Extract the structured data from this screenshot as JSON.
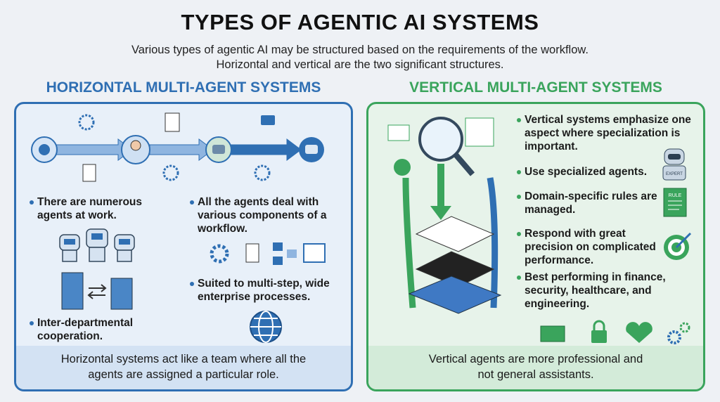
{
  "title": "TYPES OF AGENTIC AI SYSTEMS",
  "subtitle": [
    "Various types of agentic AI may be structured based on the requirements of the workflow.",
    "Horizontal and vertical are the two significant structures."
  ],
  "horizontal": {
    "heading": "HORIZONTAL MULTI-AGENT SYSTEMS",
    "color": "#2f6fb3",
    "bullets": [
      "There are numerous agents at work.",
      "Inter-departmental cooperation.",
      "All the agents deal with various components of a workflow.",
      "Suited to multi-step, wide enterprise processes."
    ],
    "footer": [
      "Horizontal systems act like a team where all the",
      "agents are assigned a particular role."
    ]
  },
  "vertical": {
    "heading": "VERTICAL MULTI-AGENT SYSTEMS",
    "color": "#3aa45c",
    "bullets": [
      "Vertical systems emphasize one aspect where specialization is important.",
      "Use specialized agents.",
      "Domain-specific rules are managed.",
      "Respond with great precision on complicated performance.",
      "Best performing in finance, security, healthcare, and engineering."
    ],
    "icon_labels": {
      "robot_badge": "EXPERT",
      "book": "RULE"
    },
    "footer": [
      "Vertical agents are more professional and",
      "not general assistants."
    ]
  }
}
